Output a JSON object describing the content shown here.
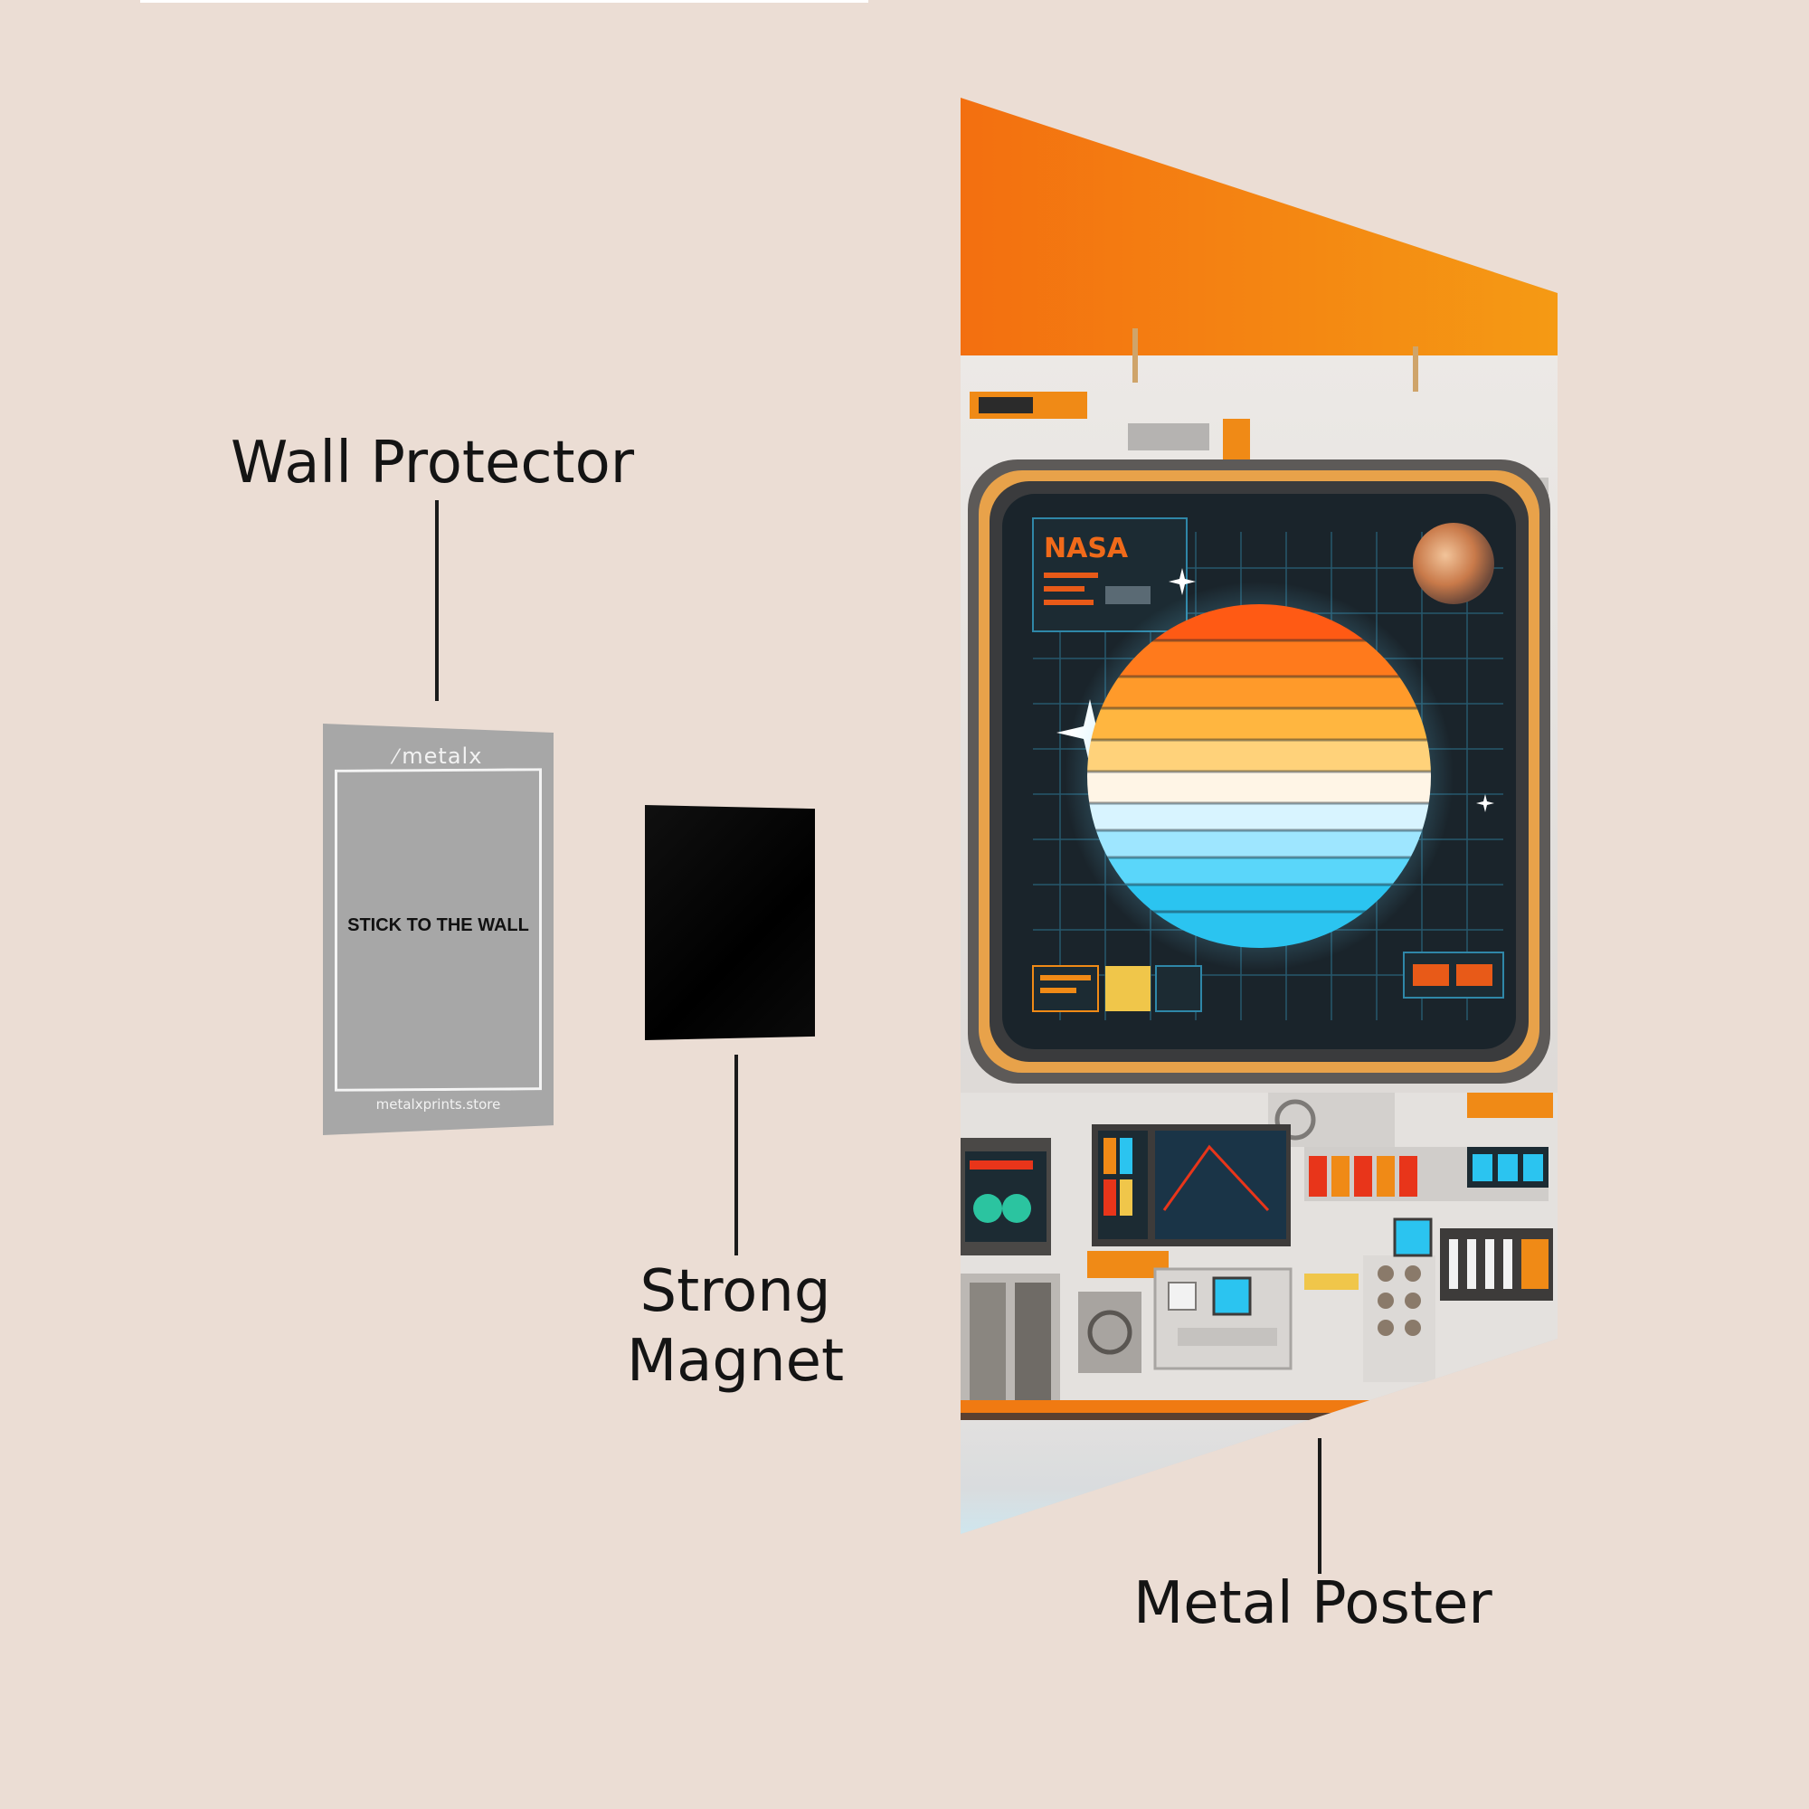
{
  "labels": {
    "wall_protector": "Wall Protector",
    "strong_magnet_line1": "Strong",
    "strong_magnet_line2": "Magnet",
    "metal_poster": "Metal Poster"
  },
  "protector": {
    "logo": "metalx",
    "instruction": "STICK TO THE WALL",
    "url": "metalxprints.store"
  },
  "poster_art": {
    "badge": "NASA"
  },
  "colors": {
    "background": "#ebddd4",
    "protector_gray": "#a7a7a7",
    "magnet_black": "#000000",
    "poster_orange": "#f07a12",
    "screen_teal": "#1c2b33",
    "sun_orange": "#ff6a1a",
    "sun_cyan": "#28c8f0"
  }
}
